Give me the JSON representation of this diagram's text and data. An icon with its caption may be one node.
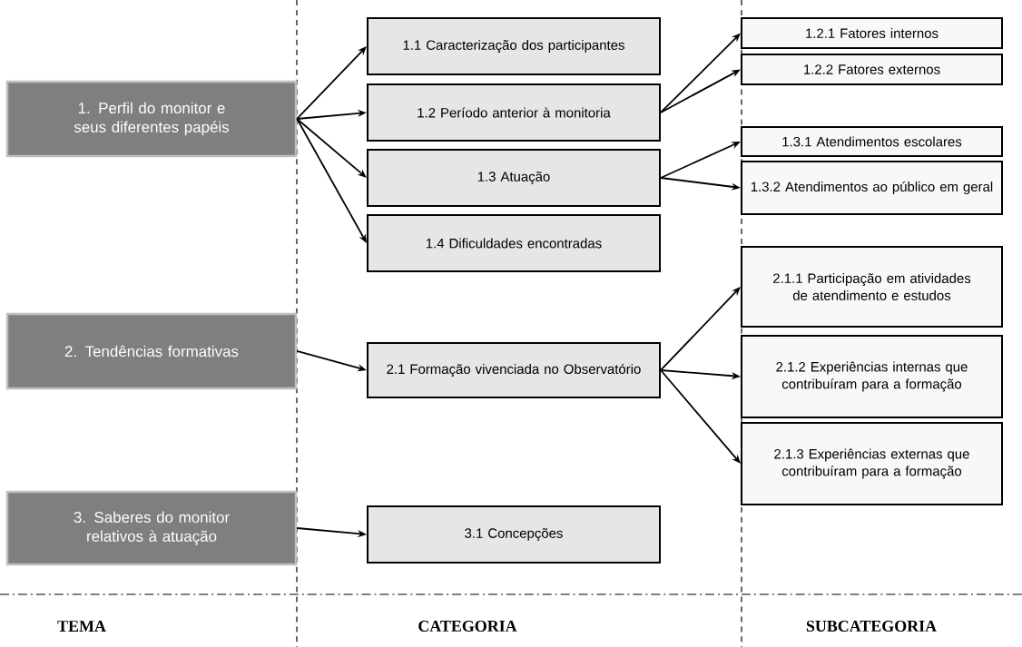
{
  "diagram": {
    "nodes": [
      {
        "text": [
          "1. Perfil do monitor e seus diferentes papéis"
        ]
      },
      {
        "text": [
          "2. Tendências formativas"
        ]
      },
      {
        "text": [
          "3. Saberes do monitor relativos à atuação"
        ]
      },
      {
        "text": [
          "1.1 Caracterização dos participantes"
        ]
      },
      {
        "text": [
          "1.2 Período anterior à monitoria"
        ]
      },
      {
        "text": [
          "1.3 Atuação"
        ]
      },
      {
        "text": [
          "1.4 Dificuldades encontradas"
        ]
      },
      {
        "text": [
          "2.1 Formação vivenciada no Observatório"
        ]
      },
      {
        "text": [
          "3.1 Concepções"
        ]
      },
      {
        "text": [
          "1.2.1 Fatores internos"
        ]
      },
      {
        "text": [
          "1.2.2 Fatores externos"
        ]
      },
      {
        "text": [
          "1.3.1 Atendimentos escolares"
        ]
      },
      {
        "text": [
          "1.3.2 Atendimentos ao público em geral"
        ]
      },
      {
        "text": [
          "2.1.1 Participação em atividades de atendimento e estudos"
        ]
      },
      {
        "text": [
          "2.1.2 Experiências internas que contribuíram para a formação"
        ]
      },
      {
        "text": [
          "2.1.3 Experiências externas que contribuíram para a formação"
        ]
      }
    ],
    "edges": [
      {
        "from": 0,
        "to": 3,
        "arrow": "to"
      },
      {
        "from": 0,
        "to": 4,
        "arrow": "to"
      },
      {
        "from": 0,
        "to": 5,
        "arrow": "to"
      },
      {
        "from": 0,
        "to": 6,
        "arrow": "to"
      },
      {
        "from": 1,
        "to": 7,
        "arrow": "to"
      },
      {
        "from": 2,
        "to": 8,
        "arrow": "to"
      },
      {
        "from": 4,
        "to": 9,
        "arrow": "to"
      },
      {
        "from": 4,
        "to": 10,
        "arrow": "to"
      },
      {
        "from": 5,
        "to": 11,
        "arrow": "to"
      },
      {
        "from": 5,
        "to": 12,
        "arrow": "to"
      },
      {
        "from": 7,
        "to": 13,
        "arrow": "to"
      },
      {
        "from": 7,
        "to": 14,
        "arrow": "to"
      },
      {
        "from": 7,
        "to": 15,
        "arrow": "to"
      }
    ],
    "labels": [
      "TEMA",
      "CATEGORIA",
      "SUBCATEGORIA"
    ]
  }
}
